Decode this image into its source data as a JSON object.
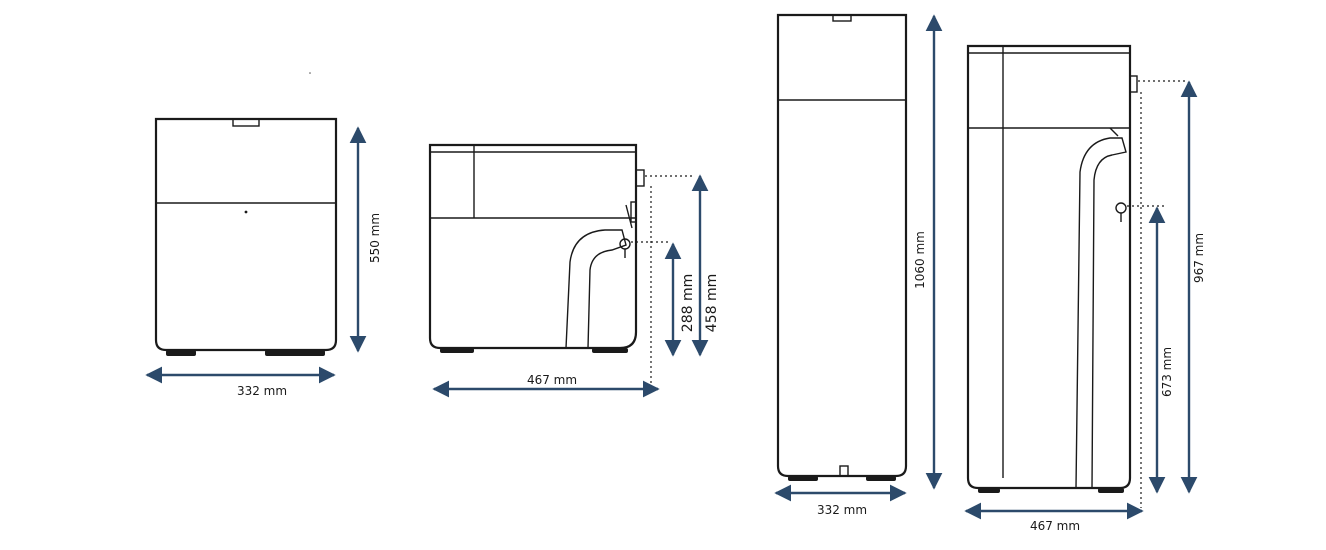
{
  "dimensions": {
    "small_front_width": "332 mm",
    "small_front_height": "550 mm",
    "small_side_depth": "467 mm",
    "small_side_outlet_height": "288 mm",
    "small_side_inlet_height": "458 mm",
    "tall_front_height": "1060 mm",
    "tall_front_width": "332 mm",
    "tall_side_outlet_height": "673 mm",
    "tall_side_inlet_height": "967 mm",
    "tall_side_depth": "467 mm"
  },
  "colors": {
    "dimension_arrow": "#2c4a6b",
    "outline": "#1a1a1a"
  }
}
